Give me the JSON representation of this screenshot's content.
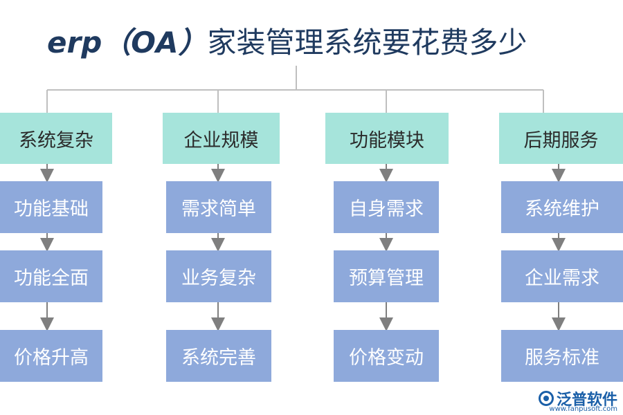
{
  "title": {
    "latin_prefix": "erp（OA）",
    "text": "家装管理系统要花费多少"
  },
  "columns": [
    {
      "category": "系统复杂",
      "items": [
        "功能基础",
        "功能全面",
        "价格升高"
      ]
    },
    {
      "category": "企业规模",
      "items": [
        "需求简单",
        "业务复杂",
        "系统完善"
      ]
    },
    {
      "category": "功能模块",
      "items": [
        "自身需求",
        "预算管理",
        "价格变动"
      ]
    },
    {
      "category": "后期服务",
      "items": [
        "系统维护",
        "企业需求",
        "服务标准"
      ]
    }
  ],
  "watermark": {
    "name": "泛普软件",
    "url": "www.fanpusoft.com"
  },
  "colors": {
    "category_fill": "#a6e4db",
    "item_fill": "#8ea9db",
    "connector": "#bfbfbf",
    "arrow": "#7f7f7f",
    "title": "#1f3a5f"
  }
}
